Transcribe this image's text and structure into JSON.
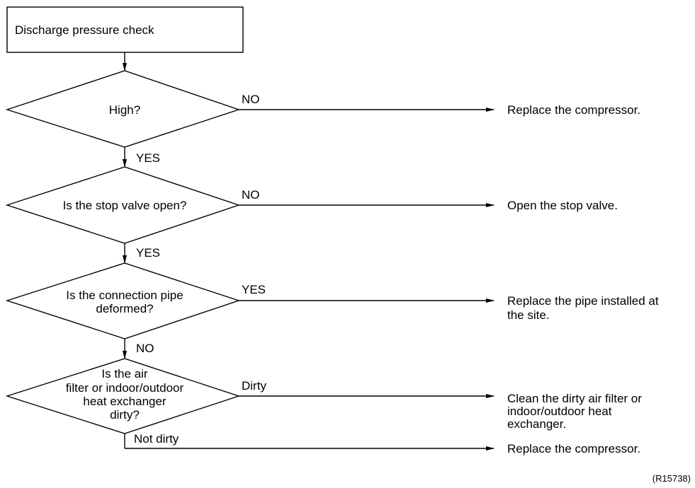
{
  "start_box": {
    "label": "Discharge pressure check"
  },
  "decisions": [
    {
      "question_lines": [
        "High?"
      ],
      "branch_label": "NO",
      "action_lines": [
        "Replace the compressor."
      ],
      "continue_label": "YES"
    },
    {
      "question_lines": [
        "Is the stop valve open?"
      ],
      "branch_label": "NO",
      "action_lines": [
        "Open the stop valve."
      ],
      "continue_label": "YES"
    },
    {
      "question_lines": [
        "Is the connection pipe",
        "deformed?"
      ],
      "branch_label": "YES",
      "action_lines": [
        "Replace the pipe installed at",
        "the site."
      ],
      "continue_label": "NO"
    },
    {
      "question_lines": [
        "Is the air",
        "filter or indoor/outdoor",
        "heat exchanger",
        "dirty?"
      ],
      "branch_label": "Dirty",
      "action_lines": [
        "Clean the dirty air filter or",
        "indoor/outdoor heat",
        "exchanger."
      ],
      "continue_label": "Not dirty"
    }
  ],
  "final_action": {
    "label": "Replace the compressor."
  },
  "figure_code": "(R15738)"
}
